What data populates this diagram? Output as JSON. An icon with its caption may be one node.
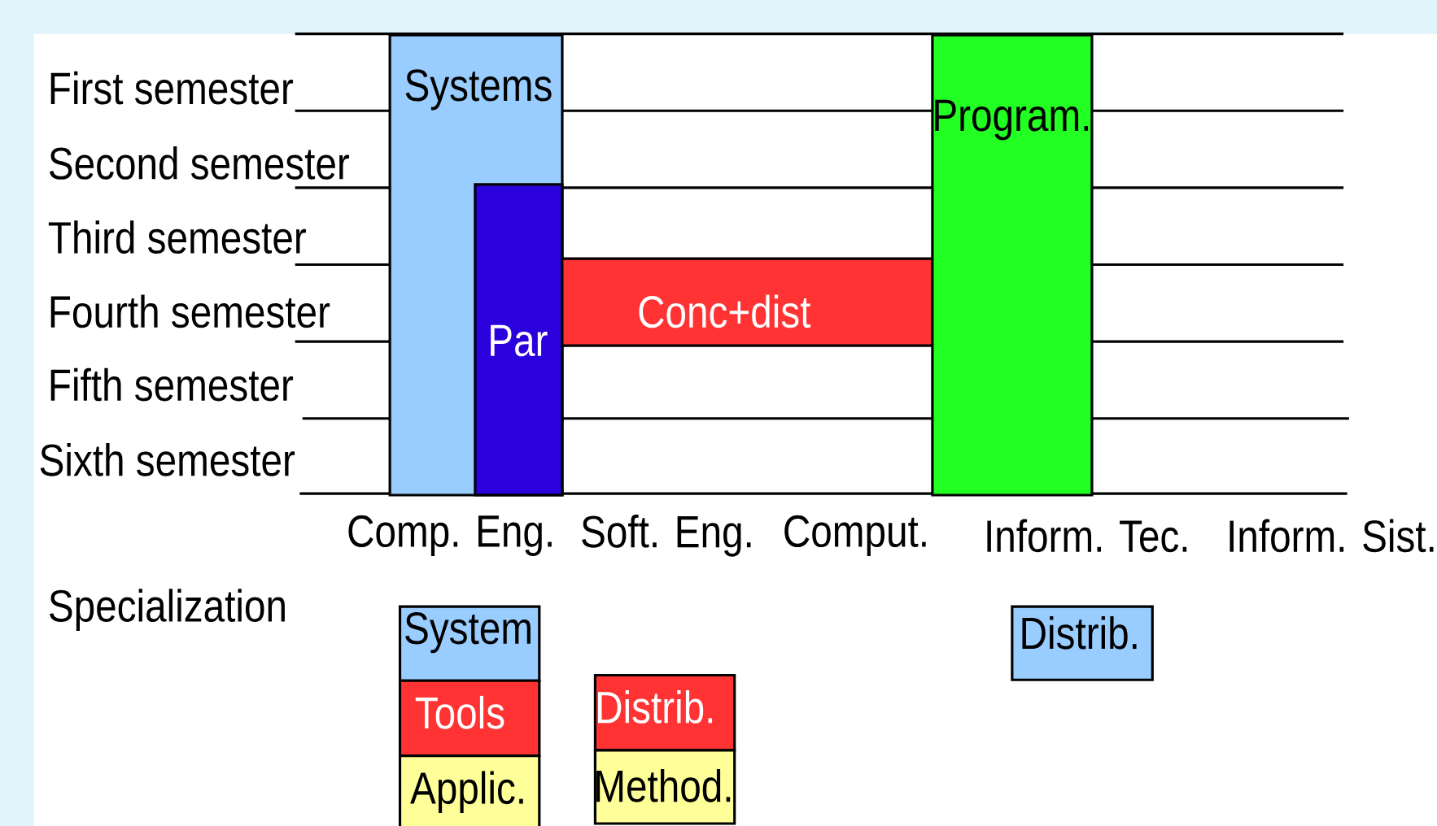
{
  "diagram": {
    "nodes": [
      {
        "text": [
          "Systems"
        ]
      },
      {
        "text": [
          "Par"
        ],
        "in": 0
      },
      {
        "text": [
          "Conc+dist"
        ]
      },
      {
        "text": [
          "Program."
        ]
      },
      {
        "text": [
          "System"
        ]
      },
      {
        "text": [
          "Tools"
        ]
      },
      {
        "text": [
          "Applic."
        ]
      },
      {
        "text": [
          "Distrib."
        ]
      },
      {
        "text": [
          "Method."
        ]
      },
      {
        "text": [
          "Distrib."
        ]
      }
    ],
    "labels": [
      "First semester",
      "Second semester",
      "Third semester",
      "Fourth semester",
      "Fifth semester",
      "Sixth semester",
      "Comp. Eng.",
      "Soft. Eng.",
      "Comput.",
      "Inform. Tec.",
      "Inform. Sist.",
      "Specialization"
    ]
  }
}
